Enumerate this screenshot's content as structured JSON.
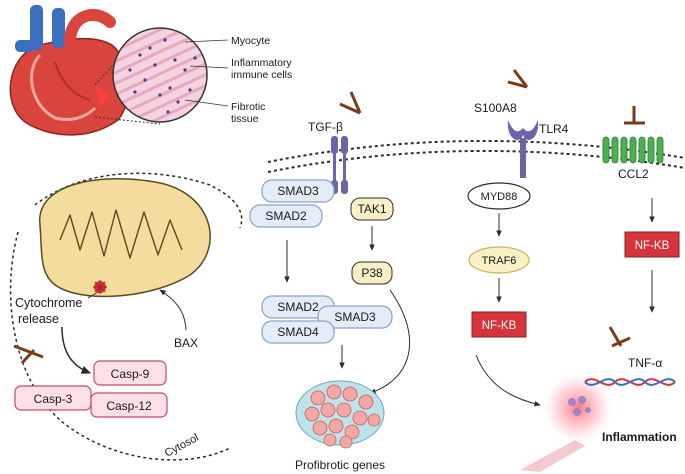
{
  "histology": {
    "myocyte": "Myocyte",
    "immune_line1": "Inflammatory",
    "immune_line2": "immune cells",
    "fibrotic_line1": "Fibrotic",
    "fibrotic_line2": "tissue"
  },
  "receptors": {
    "tgfb": "TGF-β",
    "s100a8": "S100A8",
    "tlr4": "TLR4",
    "ccl2": "CCL2"
  },
  "smad_pathway": {
    "smad3_top": "SMAD3",
    "smad2_top": "SMAD2",
    "tak1": "TAK1",
    "p38": "P38",
    "smad2_complex": "SMAD2",
    "smad3_complex": "SMAD3",
    "smad4_complex": "SMAD4",
    "profibrotic": "Profibrotic genes"
  },
  "tlr_pathway": {
    "myd88": "MYD88",
    "traf6": "TRAF6",
    "nfkb": "NF-KB",
    "inflammation": "Inflammation"
  },
  "ccl_pathway": {
    "nfkb": "NF-KB",
    "tnfa": "TNF-α"
  },
  "cell": {
    "cytochrome_line1": "Cytochrome",
    "cytochrome_line2": "release",
    "bax": "BAX",
    "casp9": "Casp-9",
    "casp3": "Casp-3",
    "casp12": "Casp-12",
    "cytosol": "Cytosol"
  },
  "colors": {
    "membrane": "#2b2b2b",
    "receptor_purple": "#6f62a8",
    "smad_fill": "#e4ecf7",
    "smad_stroke": "#8aa2c8",
    "node_yellow": "#f8f1c6",
    "node_yellow_stroke": "#c9b25a",
    "nfkb_red": "#d6343b",
    "casp_fill": "#fde0e6",
    "casp_stroke": "#c24a6a",
    "inhibitor": "#7a3b1a",
    "ccl2_green": "#4caf50"
  }
}
